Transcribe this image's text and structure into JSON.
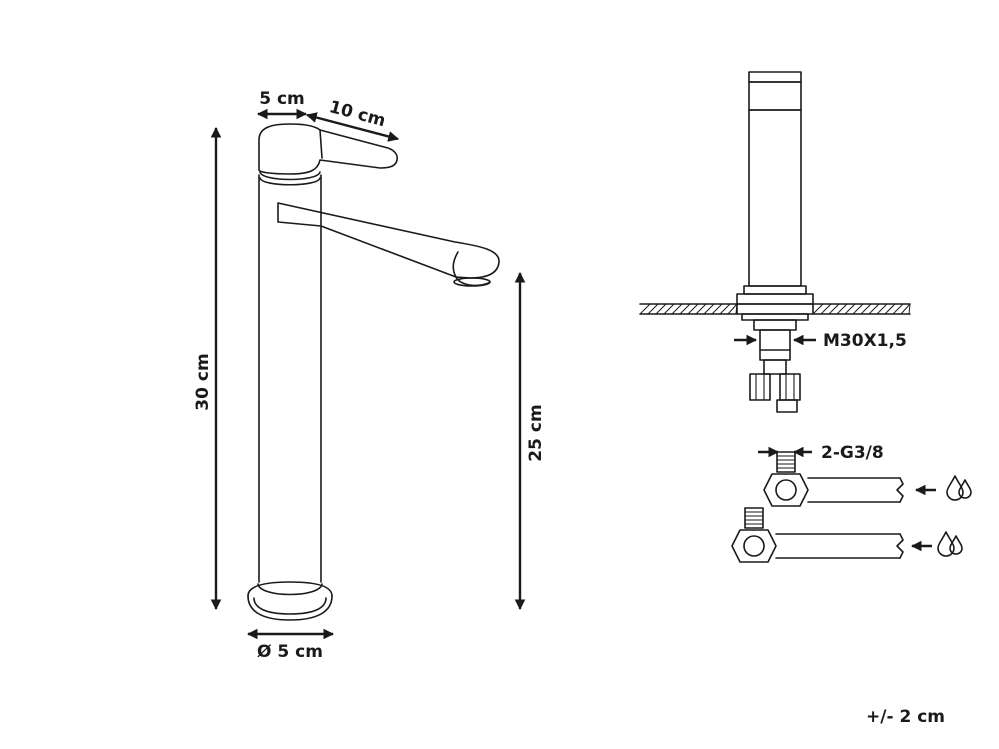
{
  "dimensions": {
    "handle_width": "5 cm",
    "handle_length": "10 cm",
    "total_height": "30 cm",
    "spout_height": "25 cm",
    "base_diameter": "Ø 5 cm"
  },
  "connections": {
    "thread": "M30X1,5",
    "hose": "2-G3/8"
  },
  "tolerance": "+/- 2 cm",
  "icons": {
    "hot_water": "water-drops-icon",
    "cold_water": "water-drops-icon"
  },
  "colors": {
    "line": "#1a1a1a",
    "background": "#ffffff"
  }
}
